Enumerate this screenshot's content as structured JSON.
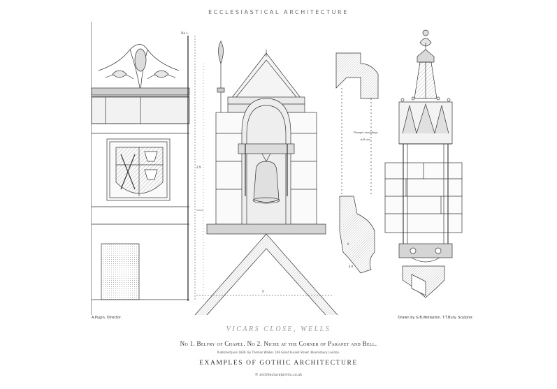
{
  "header": {
    "title": "ECCLESIASTICAL ARCHITECTURE"
  },
  "plate": {
    "labels": {
      "no1": "No 1.",
      "parapet": "Parapet mouldings",
      "full_size": "full size",
      "dim_top": "4.6",
      "dim_mid": "9",
      "dim_side": "2.9",
      "dim_right": "6"
    }
  },
  "captions": {
    "left": "A.Pugin. Director.",
    "right": "Drawn by G.B.Wollaston.  T.T.Bury. Sculptor."
  },
  "footer": {
    "location": "VICARS CLOSE, WELLS",
    "subtitle": "No 1. Belfry of Chapel. No 2. Niche at the Corner of Parapet and Bell.",
    "published": "Published June 1836. By Thomas Walker. 106 Great Russell Street. Bloomsbury. London.",
    "series": "EXAMPLES OF GOTHIC ARCHITECTURE",
    "watermark": "© architecturalprints.co.uk"
  }
}
